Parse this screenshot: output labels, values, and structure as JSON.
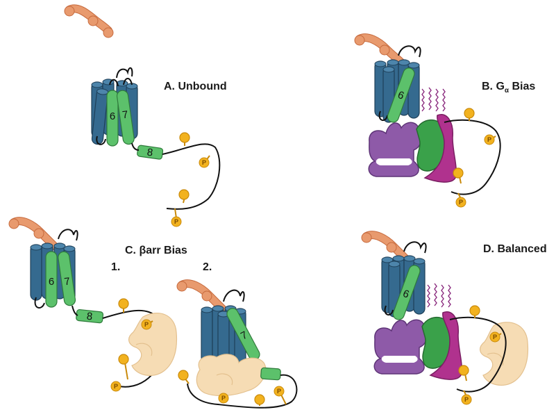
{
  "panels": {
    "a": {
      "label": "A. Unbound",
      "helices": [
        "6",
        "7",
        "8"
      ]
    },
    "b": {
      "label": "B. G",
      "label_sub": "α",
      "label_tail": " Bias",
      "helices": [
        "6"
      ]
    },
    "c": {
      "label": "C. βarr Bias",
      "step1": "1.",
      "step2": "2.",
      "helices1": [
        "6",
        "7",
        "8"
      ],
      "helices2": [
        "7"
      ]
    },
    "d": {
      "label": "D. Balanced",
      "helices": [
        "6"
      ]
    }
  },
  "phospho_label": "P",
  "colors": {
    "receptor": "#356a8f",
    "receptor_dark": "#27506e",
    "helix_green": "#5cc16b",
    "helix_green_dark": "#3e9a4c",
    "ligand": "#e89a6e",
    "g_alpha_purple": "#8e5aa8",
    "g_green": "#3aa14a",
    "g_magenta": "#b0328e",
    "arrestin": "#f6dcb4",
    "phospho": "#f2b21f"
  }
}
